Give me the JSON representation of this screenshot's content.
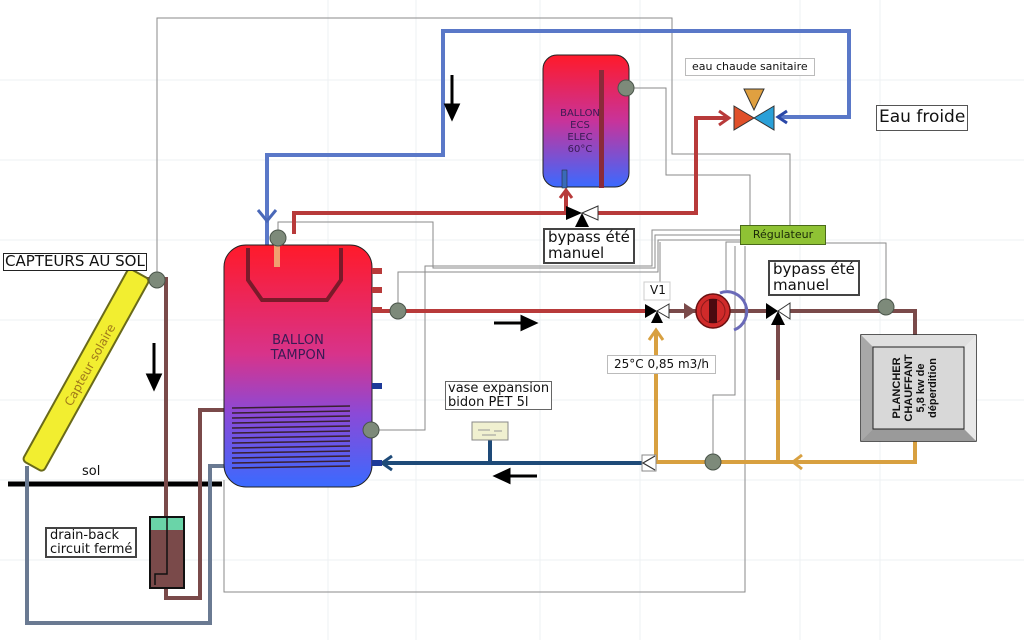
{
  "diagram": {
    "title": "Schéma chauffage solaire drain-back",
    "components": {
      "collectors_label": "CAPTEURS AU SOL",
      "collector_panel": "Capteur solaire",
      "ground_label": "sol",
      "drainback_label_line1": "drain-back",
      "drainback_label_line2": "circuit fermé",
      "buffer_tank_line1": "BALLON",
      "buffer_tank_line2": "TAMPON",
      "dhw_tank_lines": [
        "BALLON",
        "ECS",
        "ELEC",
        "60°C"
      ],
      "dhw_label": "eau chaude sanitaire",
      "cold_water_label": "Eau froide",
      "bypass_top_line1": "bypass été",
      "bypass_top_line2": "manuel",
      "bypass_right_line1": "bypass été",
      "bypass_right_line2": "manuel",
      "regulator_label": "Régulateur",
      "valve_v1_label": "V1",
      "flow_label": "25°C 0,85 m3/h",
      "expansion_line1": "vase expansion",
      "expansion_line2": "bidon PET 5l",
      "floor_heating_lines": [
        "PLANCHER",
        "CHAUFFANT",
        "5,8 kw de",
        "déperdition"
      ]
    },
    "colors": {
      "hot_pipe": "#b83a3a",
      "solar_loop": "#7a4a4a",
      "cold_water": "#5a78c8",
      "return_pipe": "#d8a040",
      "return_blue": "#1e4a78",
      "regulator": "#8fc234",
      "sensor": "#7d8a7a",
      "collector": "#f2ee30",
      "tank_top": "#ff1a2a",
      "tank_bottom": "#3a6aff"
    },
    "flow_arrows": [
      "down",
      "down",
      "right",
      "left"
    ]
  }
}
